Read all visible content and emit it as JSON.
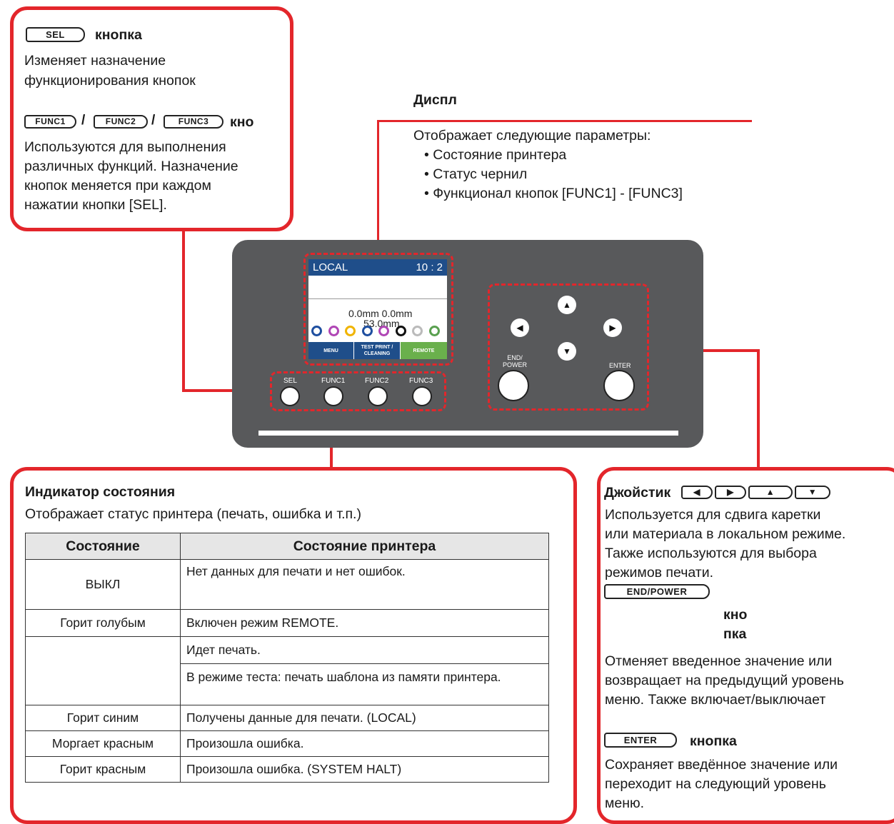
{
  "sel_callout": {
    "key": "SEL",
    "title": "кнопка",
    "desc1": "Изменяет назначение",
    "desc2": "функционирования кнопок",
    "func_keys": [
      "FUNC1",
      "FUNC2",
      "FUNC3"
    ],
    "func_title": "кно",
    "func_desc": [
      "Используются для выполнения",
      "различных функций. Назначение",
      "кнопок меняется при каждом",
      "нажатии кнопки [SEL]."
    ]
  },
  "display_callout": {
    "title": "Диспл",
    "intro": "Отображает следующие параметры:",
    "items": [
      "• Состояние принтера",
      "• Статус чернил",
      "• Функционал кнопок [FUNC1] - [FUNC3]"
    ]
  },
  "screen": {
    "mode": "LOCAL",
    "time": "10 : 2",
    "values": "0.0mm  0.0mm",
    "width_value": "53.0mm",
    "inks": [
      {
        "color": "#1f4fa0"
      },
      {
        "color": "#b046b5"
      },
      {
        "color": "#f0b400"
      },
      {
        "color": "#1f4fa0"
      },
      {
        "color": "#b046b5"
      },
      {
        "color": "#111111"
      },
      {
        "color": "#bbbbbb"
      },
      {
        "color": "#5aa050"
      }
    ],
    "buttons": [
      "MENU",
      "TEST PRINT / CLEANING",
      "REMOTE"
    ],
    "remote_color": "#6ab04c"
  },
  "panel": {
    "buttons": [
      "SEL",
      "FUNC1",
      "FUNC2",
      "FUNC3"
    ],
    "end_power": "END/\nPOWER",
    "enter": "ENTER"
  },
  "status_callout": {
    "title": "Индикатор состояния",
    "desc": "Отображает статус принтера (печать, ошибка и т.п.)",
    "headers": [
      "Состояние",
      "Состояние принтера"
    ],
    "rows": [
      {
        "state": "ВЫКЛ",
        "desc": "Нет данных для печати и нет ошибок."
      },
      {
        "state": "Горит голубым",
        "desc": "Включен режим REMOTE."
      },
      {
        "state": "",
        "desc": "Идет печать."
      },
      {
        "state": "",
        "desc": "В режиме теста: печать шаблона из памяти принтера."
      },
      {
        "state": "Горит синим",
        "desc": "Получены данные для печати. (LOCAL)"
      },
      {
        "state": "Моргает красным",
        "desc": "Произошла ошибка."
      },
      {
        "state": "Горит красным",
        "desc": "Произошла ошибка. (SYSTEM HALT)"
      }
    ]
  },
  "joystick_callout": {
    "title": "Джойстик",
    "desc": [
      "Используется для сдвига каретки",
      "или материала в локальном режиме.",
      "Также используются для выбора",
      "режимов печати."
    ],
    "end_key": "END/POWER",
    "end_title1": "кно",
    "end_title2": "пка",
    "end_desc": [
      "Отменяет введенное значение или",
      "возвращает на предыдущий уровень",
      "меню. Также включает/выключает"
    ],
    "enter_key": "ENTER",
    "enter_title": "кнопка",
    "enter_desc": [
      "Сохраняет введённое значение или",
      "переходит на следующий уровень",
      "меню."
    ]
  },
  "colors": {
    "accent": "#e3262b",
    "panel": "#58595b",
    "screen_header": "#1f4e8a"
  }
}
